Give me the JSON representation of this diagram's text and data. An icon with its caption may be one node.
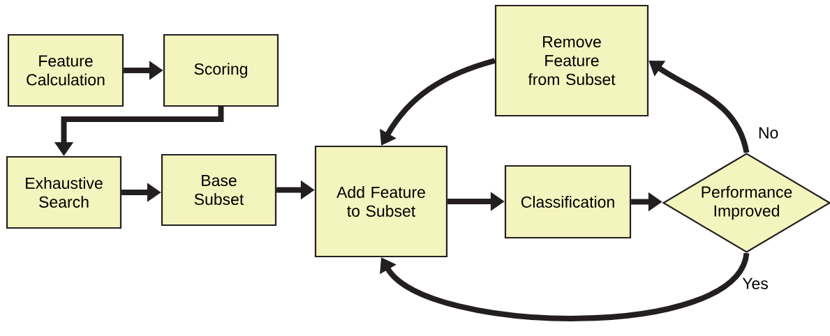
{
  "diagram": {
    "nodes": [
      {
        "text": [
          "Feature Calculation"
        ]
      },
      {
        "text": [
          "Scoring"
        ]
      },
      {
        "text": [
          "Exhaustive Search"
        ]
      },
      {
        "text": [
          "Base Subset"
        ]
      },
      {
        "text": [
          "Add Feature to Subset"
        ]
      },
      {
        "text": [
          "Remove Feature from Subset"
        ]
      },
      {
        "text": [
          "Classification"
        ]
      },
      {
        "text": [
          "Performance Improved"
        ]
      }
    ],
    "edges": [
      {
        "from": 0,
        "to": 1,
        "arrow": "to"
      },
      {
        "from": 1,
        "to": 2,
        "arrow": "to"
      },
      {
        "from": 2,
        "to": 3,
        "arrow": "to"
      },
      {
        "from": 3,
        "to": 4,
        "arrow": "to"
      },
      {
        "from": 4,
        "to": 6,
        "arrow": "to"
      },
      {
        "from": 6,
        "to": 7,
        "arrow": "to"
      },
      {
        "from": 7,
        "to": 5,
        "arrow": "to",
        "label": "No"
      },
      {
        "from": 5,
        "to": 4,
        "arrow": "to"
      },
      {
        "from": 7,
        "to": 4,
        "arrow": "to",
        "label": "Yes"
      }
    ]
  }
}
